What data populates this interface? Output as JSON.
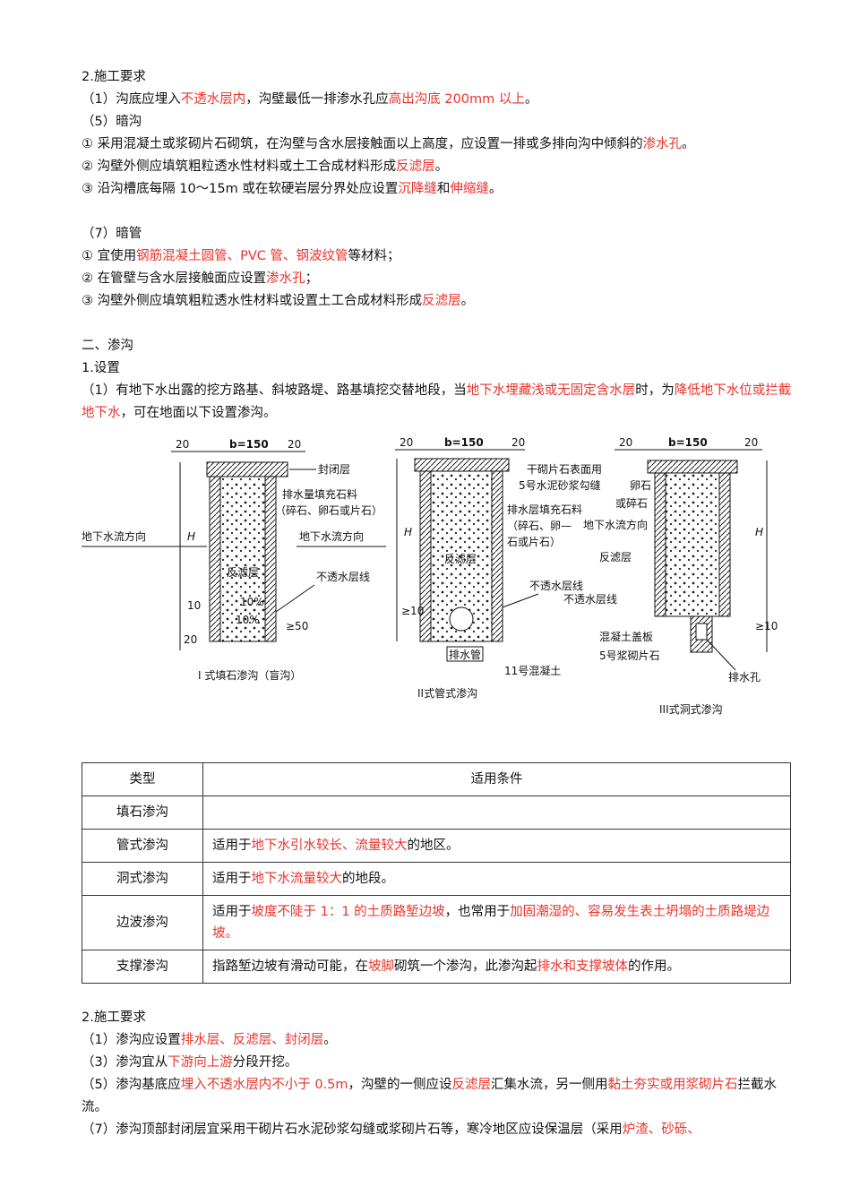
{
  "block1": {
    "heading": "2.施工要求",
    "p1": [
      "（1）沟底应埋入",
      "不透水层内",
      "，沟壁最低一排渗水孔应",
      "高出沟底 200mm 以上",
      "。"
    ],
    "h5": "（5）暗沟",
    "item1": [
      "① 采用混凝土或浆砌片石砌筑，在沟壁与含水层接触面以上高度，应设置一排或多排向沟中倾斜的",
      "渗水孔",
      "。"
    ],
    "item2": [
      "② 沟壁外侧应填筑粗粒透水性材料或土工合成材料形成",
      "反滤层",
      "。"
    ],
    "item3": [
      "③ 沿沟槽底每隔 10～15m 或在软硬岩层分界处应设置",
      "沉降缝",
      "和",
      "伸缩缝",
      "。"
    ],
    "h7": "（7）暗管",
    "pipe1": [
      "① 宜使用",
      "钢筋混凝土圆管、PVC 管、钢波纹管",
      "等材料；"
    ],
    "pipe2": [
      "② 在管壁与含水层接触面应设置",
      "渗水孔",
      "；"
    ],
    "pipe3": [
      "③ 沟壁外侧应填筑粗粒透水性材料或设置土工合成材料形成",
      "反滤层",
      "。"
    ]
  },
  "block2": {
    "heading": "二、渗沟",
    "sub": "1.设置",
    "p1": [
      "（1）有地下水出露的挖方路基、斜坡路堤、路基填挖交替地段，当",
      "地下水埋藏浅或无固定含水层",
      "时，为",
      "降低地下水位或拦截地下水",
      "，可在地面以下设置渗沟。"
    ]
  },
  "figure": {
    "labels": {
      "d1_20a": "20",
      "d1_b": "b=150",
      "d1_20b": "20",
      "d1_20v": "20",
      "d1_seal": "封闭层",
      "d1_fill1": "排水量填充石料",
      "d1_fill2": "（碎石、卵石或片石）",
      "d1_flow": "地下水流方向",
      "d1_filter": "反滤层",
      "d1_flow2": "地下水流方向",
      "d1_imp": "不透水层线",
      "d1_10a": "10%",
      "d1_10b": "10%",
      "d1_H": "H",
      "d1_10": "10",
      "d1_20": "20",
      "d1_50": "≥50",
      "d1_cap": "I 式填石渗沟（盲沟）",
      "d2_20a": "20",
      "d2_b": "b=150",
      "d2_20b": "20",
      "d2_top": "干砌片石表面用",
      "d2_top2": "5号水泥砂浆勾缝",
      "d2_fill1": "排水层填充石料",
      "d2_fill2": "（碎石、卵—",
      "d2_fill3": "石或片石）",
      "d2_filter": "反滤层",
      "d2_imp": "不透水层线",
      "d2_H": "H",
      "d2_10": "≥10",
      "d2_pipe": "排水管",
      "d2_c11": "11号混凝土",
      "d2_cap": "II式管式渗沟",
      "d3_20a": "20",
      "d3_b": "b=150",
      "d3_20b": "20",
      "d3_stone1": "卵石",
      "d3_stone2": "或碎石",
      "d3_flow": "地下水流方向",
      "d3_filter": "反滤层",
      "d3_imp": "不透水层线",
      "d3_slab": "混凝土盖板",
      "d3_masonry": "5号浆砌片石",
      "d3_hole": "排水孔",
      "d3_H": "H",
      "d3_10": "≥10",
      "d3_cap": "III式洞式渗沟"
    }
  },
  "table": {
    "headers": [
      "类型",
      "适用条件"
    ],
    "rows": [
      {
        "type": "填石渗沟",
        "cond": []
      },
      {
        "type": "管式渗沟",
        "cond": [
          "适用于",
          "地下水引水较长、流量较大",
          "的地区。"
        ]
      },
      {
        "type": "洞式渗沟",
        "cond": [
          "适用于",
          "地下水流量较大",
          "的地段。"
        ]
      },
      {
        "type": "边波渗沟",
        "cond": [
          "适用于",
          "坡度不陡于 1：1 的土质路堑边坡",
          "，也常用于",
          "加固潮湿的、容易发生表土坍塌的土质路堤边坡。"
        ]
      },
      {
        "type": "支撑渗沟",
        "cond": [
          "指路堑边坡有滑动可能，在",
          "坡脚",
          "砌筑一个渗沟，此渗沟起",
          "排水和支撑坡体",
          "的作用。"
        ]
      }
    ]
  },
  "block3": {
    "heading": "2.施工要求",
    "p1": [
      "（1）渗沟应设置",
      "排水层、反滤层、封闭层",
      "。"
    ],
    "p3": [
      "（3）渗沟宜从",
      "下游向上游",
      "分段开挖。"
    ],
    "p5": [
      "（5）渗沟基底应",
      "埋入不透水层内不小于 0.5m",
      "，沟壁的一侧应设",
      "反滤层",
      "汇集水流，另一侧用",
      "黏土夯实或用浆砌片石",
      "拦截水流。"
    ],
    "p7": [
      "（7）渗沟顶部封闭层宜采用干砌片石水泥砂浆勾缝或浆砌片石等，寒冷地区应设保温层（采用",
      "炉渣、砂砾、"
    ]
  }
}
